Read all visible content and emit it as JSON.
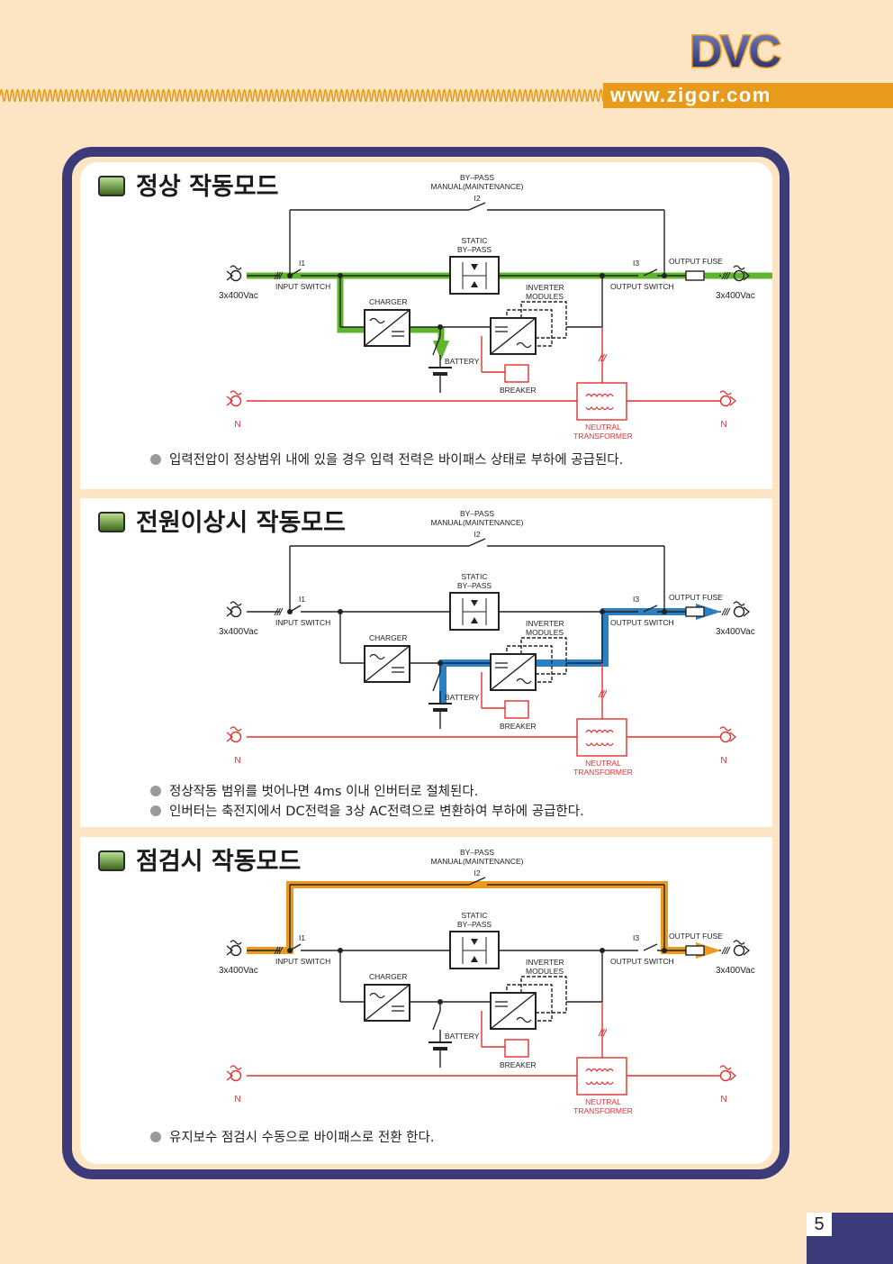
{
  "header": {
    "logo_text": "DVC",
    "url": "www.zigor.com"
  },
  "labels": {
    "bypass_line1": "BY–PASS",
    "bypass_line2": "MANUAL(MAINTENANCE)",
    "i2": "I2",
    "static_line1": "STATIC",
    "static_line2": "BY–PASS",
    "i1": "I1",
    "i3": "I3",
    "output_fuse": "OUTPUT FUSE",
    "input_switch": "INPUT SWITCH",
    "output_switch": "OUTPUT SWITCH",
    "voltage": "3x400Vac",
    "charger": "CHARGER",
    "inverter_line1": "INVERTER",
    "inverter_line2": "MODULES",
    "battery": "BATTERY",
    "breaker": "BREAKER",
    "neutral_n": "N",
    "neutral_tr_line1": "NEUTRAL",
    "neutral_tr_line2": "TRANSFORMER"
  },
  "sections": [
    {
      "title": "정상 작동모드",
      "bullets": [
        "입력전압이 정상범위 내에 있을 경우 입력 전력은 바이패스 상태로 부하에 공급된다."
      ],
      "flow_color": "#5fb52d"
    },
    {
      "title": "전원이상시 작동모드",
      "bullets": [
        "정상작동 범위를 벗어나면 4ms 이내 인버터로 절체된다.",
        "인버터는 축전지에서 DC전력을 3상 AC전력으로 변환하여 부하에 공급한다."
      ],
      "flow_color": "#2b80c4"
    },
    {
      "title": "점검시 작동모드",
      "bullets": [
        "유지보수 점검시 수동으로 바이패스로 전환 한다."
      ],
      "flow_color": "#ec9a1d"
    }
  ],
  "page_number": "5",
  "colors": {
    "frame": "#3b3b7a",
    "background": "#fde5c4",
    "band": "#e89b1b",
    "neutral_line": "#e03030"
  }
}
